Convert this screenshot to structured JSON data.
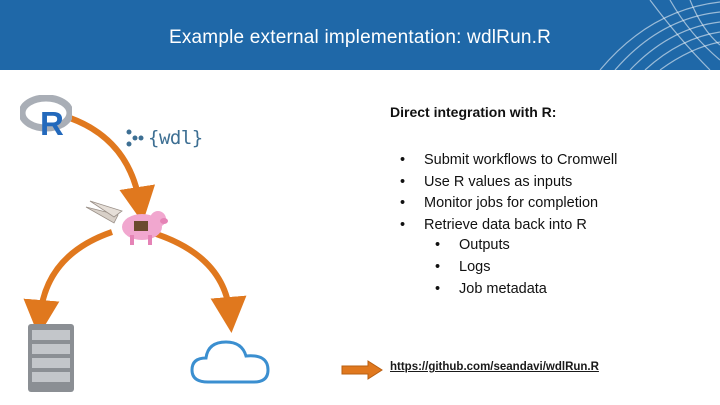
{
  "header": {
    "title": "Example external implementation: wdlRun.R",
    "background_color": "#1f68a8"
  },
  "diagram": {
    "r_logo": {
      "icon": "r-logo-icon",
      "letter": "R"
    },
    "wdl_logo": {
      "icon": "wdl-logo-icon",
      "text": "{wdl}"
    },
    "pig_icon": "cromwell-flying-pig-icon",
    "server_icon": "server-rack-icon",
    "cloud_icon": "cloud-icon",
    "arrow_color": "#e0781e"
  },
  "content": {
    "title": "Direct integration with R:",
    "items": [
      "Submit workflows to Cromwell",
      "Use R values as inputs",
      "Monitor jobs for completion",
      "Retrieve data back into R"
    ],
    "sub_items": [
      "Outputs",
      "Logs",
      "Job metadata"
    ]
  },
  "link": {
    "arrow_icon": "right-arrow-icon",
    "text": "https://github.com/seandavi/wdlRun.R"
  }
}
